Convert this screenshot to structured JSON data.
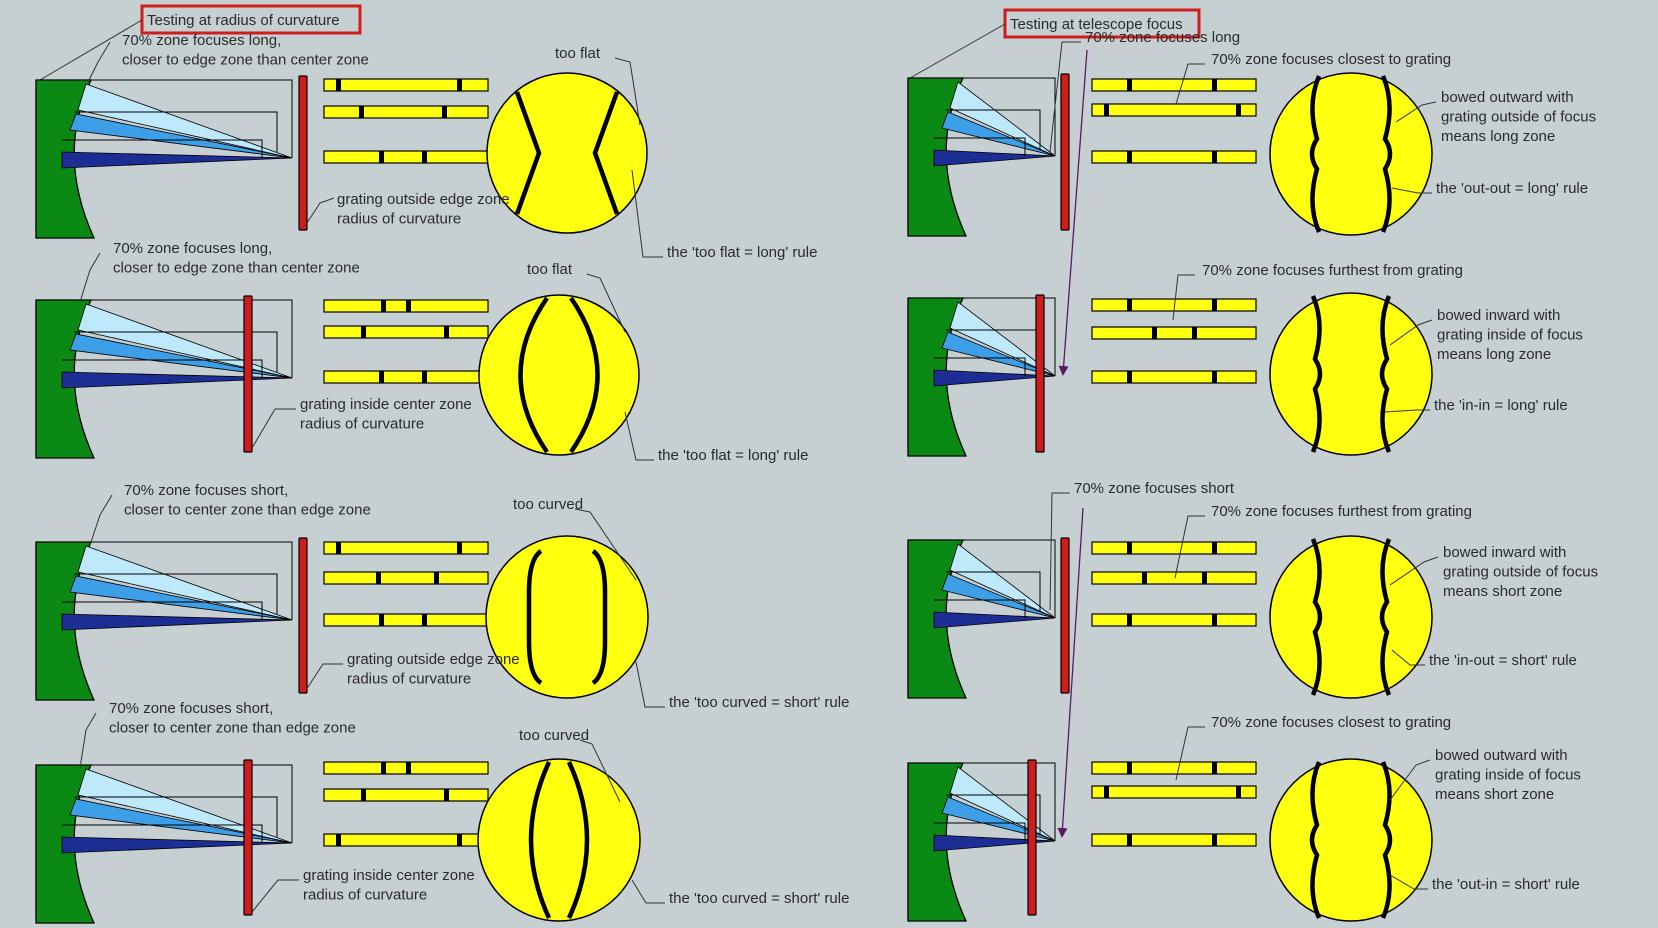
{
  "headings": {
    "left": "Testing at radius of curvature",
    "right": "Testing at telescope focus"
  },
  "colors": {
    "background": "#c6d0d3",
    "mirror": "#0a8a14",
    "grating": "#d11c1c",
    "ronchi": "#ffff10",
    "cone_light": "#bde9fb",
    "cone_mid": "#3d9fe8",
    "cone_dark": "#1c2d94",
    "heading_box": "#d11c1c",
    "pointer_arrow": "#5a1a66"
  },
  "panels": [
    {
      "zone_label": [
        "70% zone focuses long,",
        "closer to edge zone than center zone"
      ],
      "grating_label": [
        "grating outside edge zone",
        "radius of curvature"
      ],
      "shape_label": "too flat",
      "rule_label": "the 'too flat = long' rule"
    },
    {
      "zone_label": [
        "70% zone focuses long,",
        "closer to edge zone than center zone"
      ],
      "grating_label": [
        "grating inside center zone",
        "radius of curvature"
      ],
      "shape_label": "too flat",
      "rule_label": "the 'too flat = long' rule"
    },
    {
      "zone_label": [
        "70% zone focuses short,",
        "closer to center zone than edge zone"
      ],
      "grating_label": [
        "grating outside edge zone",
        "radius of curvature"
      ],
      "shape_label": "too curved",
      "rule_label": "the 'too curved = short' rule"
    },
    {
      "zone_label": [
        "70% zone focuses short,",
        "closer to center zone than edge zone"
      ],
      "grating_label": [
        "grating inside center zone",
        "radius of curvature"
      ],
      "shape_label": "too curved",
      "rule_label": "the 'too curved = short' rule"
    },
    {
      "zone_label": [
        "70% zone focuses long"
      ],
      "grating_label": [
        "70% zone focuses closest to grating"
      ],
      "shape_label": [
        "bowed outward with",
        "grating outside of focus",
        "means long zone"
      ],
      "rule_label": "the 'out-out = long' rule"
    },
    {
      "zone_label": [],
      "grating_label": [
        "70% zone focuses furthest from grating"
      ],
      "shape_label": [
        "bowed inward with",
        "grating inside of focus",
        "means long zone"
      ],
      "rule_label": "the 'in-in = long' rule"
    },
    {
      "zone_label": [
        "70% zone focuses short"
      ],
      "grating_label": [
        "70% zone focuses furthest from grating"
      ],
      "shape_label": [
        "bowed inward with",
        "grating outside of focus",
        "means short zone"
      ],
      "rule_label": "the 'in-out = short' rule"
    },
    {
      "zone_label": [],
      "grating_label": [
        "70% zone focuses closest to grating"
      ],
      "shape_label": [
        "bowed outward with",
        "grating inside of focus",
        "means short zone"
      ],
      "rule_label": "the 'out-in = short' rule"
    }
  ]
}
